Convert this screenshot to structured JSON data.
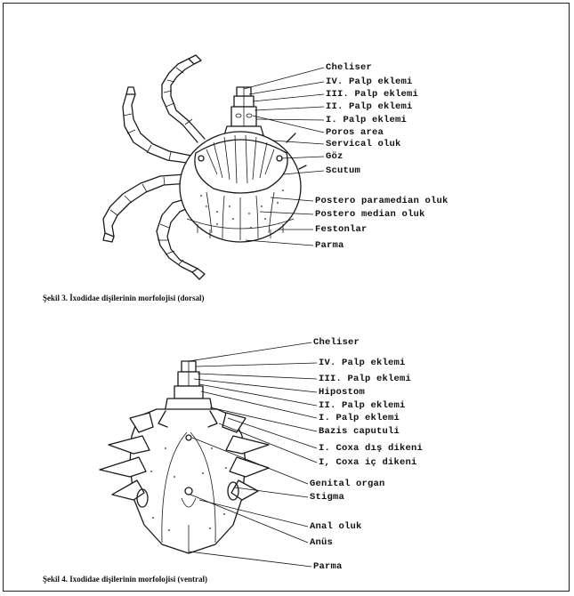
{
  "figure3": {
    "labels": [
      "Cheliser",
      "IV. Palp eklemi",
      "III. Palp eklemi",
      "II. Palp eklemi",
      "I. Palp eklemi",
      "Poros area",
      "Servical oluk",
      "Göz",
      "Scutum",
      "Postero paramedian oluk",
      "Postero median oluk",
      "Festonlar",
      "Parma"
    ],
    "caption": "Şekil 3. İxodidae dişilerinin morfolojisi (dorsal)"
  },
  "figure4": {
    "labels": [
      "Cheliser",
      "IV. Palp eklemi",
      "III. Palp eklemi",
      "Hipostom",
      "II. Palp eklemi",
      "I. Palp eklemi",
      "Bazis caputuli",
      "I. Coxa dış dikeni",
      "I, Coxa iç dikeni",
      "Genital organ",
      "Stigma",
      "Anal oluk",
      "Anüs",
      "Parma"
    ],
    "caption": "Şekil 4. Ixodidae dişilerinin morfolojisi (ventral)"
  }
}
